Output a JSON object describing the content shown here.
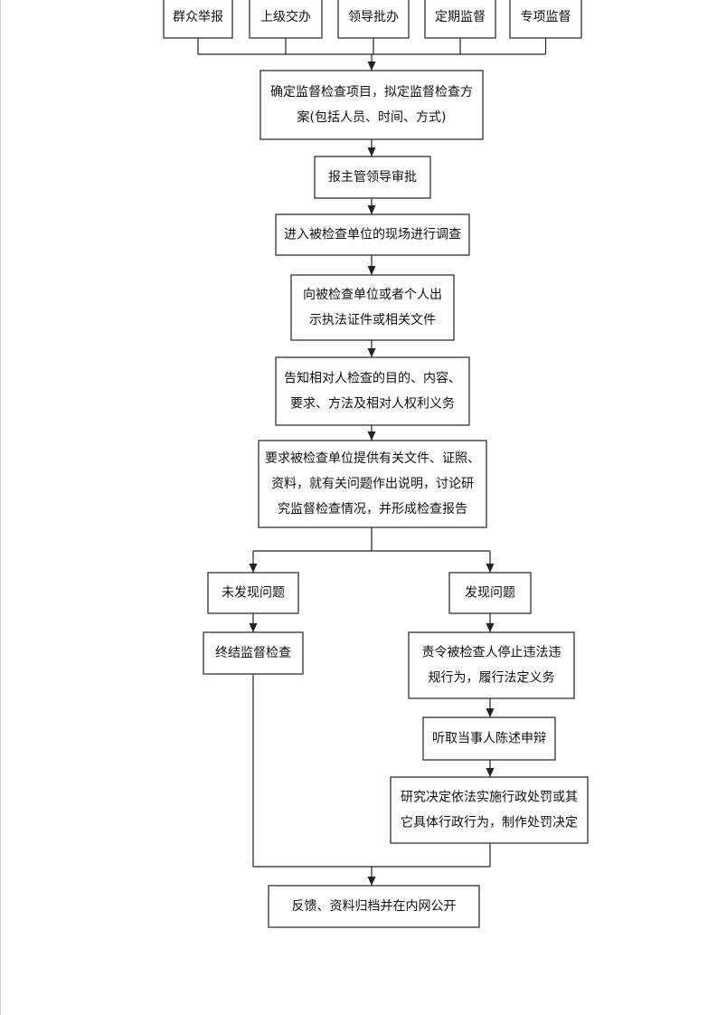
{
  "flowchart": {
    "sources": [
      {
        "id": "src1",
        "lines": [
          "群众举报"
        ]
      },
      {
        "id": "src2",
        "lines": [
          "上级交办"
        ]
      },
      {
        "id": "src3",
        "lines": [
          "领导批办"
        ]
      },
      {
        "id": "src4",
        "lines": [
          "定期监督"
        ]
      },
      {
        "id": "src5",
        "lines": [
          "专项监督"
        ]
      }
    ],
    "steps": [
      {
        "id": "plan",
        "lines": [
          "确定监督检查项目，拟定监督检查方",
          "案(包括人员、时间、方式)"
        ]
      },
      {
        "id": "approve",
        "lines": [
          "报主管领导审批"
        ]
      },
      {
        "id": "enter",
        "lines": [
          "进入被检查单位的现场进行调查"
        ]
      },
      {
        "id": "show",
        "lines": [
          "向被检查单位或者个人出",
          "示执法证件或相关文件"
        ]
      },
      {
        "id": "inform",
        "lines": [
          "告知相对人检查的目的、内容、",
          "要求、方法及相对人权利义务"
        ]
      },
      {
        "id": "require",
        "lines": [
          "要求被检查单位提供有关文件、证照、",
          "资料，就有关问题作出说明，讨论研",
          "究监督检查情况，并形成检查报告"
        ]
      },
      {
        "id": "nofind",
        "lines": [
          "未发现问题"
        ]
      },
      {
        "id": "find",
        "lines": [
          "发现问题"
        ]
      },
      {
        "id": "end",
        "lines": [
          "终结监督检查"
        ]
      },
      {
        "id": "order",
        "lines": [
          "责令被检查人停止违法违",
          "规行为，履行法定义务"
        ]
      },
      {
        "id": "hear",
        "lines": [
          "听取当事人陈述申辩"
        ]
      },
      {
        "id": "decide",
        "lines": [
          "研究决定依法实施行政处罚或其",
          "它具体行政行为，制作处罚决定"
        ]
      },
      {
        "id": "feedback",
        "lines": [
          "反馈、资料归档并在内网公开"
        ]
      }
    ]
  }
}
